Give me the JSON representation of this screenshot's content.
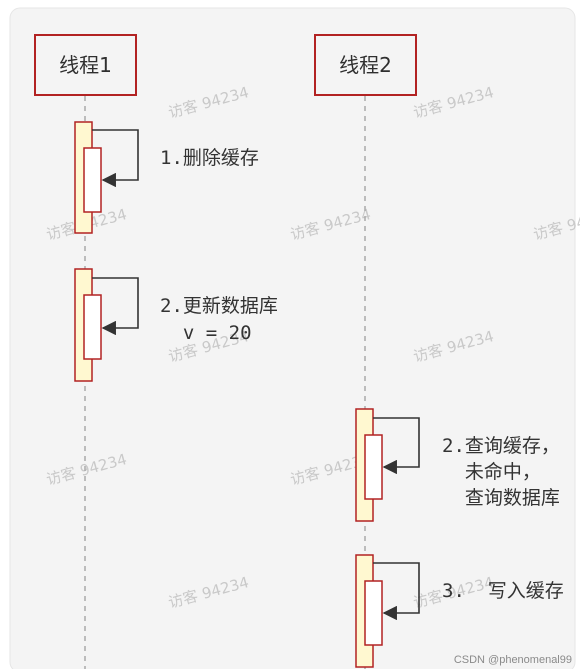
{
  "actors": [
    {
      "label": "线程1"
    },
    {
      "label": "线程2"
    }
  ],
  "steps": [
    {
      "lines": [
        "1.删除缓存"
      ]
    },
    {
      "lines": [
        "2.更新数据库",
        "  v = 20"
      ]
    },
    {
      "lines": [
        "2.查询缓存，",
        "  未命中，",
        "  查询数据库"
      ]
    },
    {
      "lines": [
        "3.  写入缓存"
      ]
    }
  ],
  "watermark": "访客 94234",
  "credit": "CSDN @phenomenal99",
  "colors": {
    "background": "#f4f4f4",
    "actor_border": "#b22222",
    "actor_fill": "#f4f4f4",
    "activation_outer_fill": "#fff8d0",
    "activation_inner_fill": "#ffffff",
    "activation_stroke": "#b22222",
    "lifeline": "#aaaaaa",
    "arrow": "#333333"
  }
}
